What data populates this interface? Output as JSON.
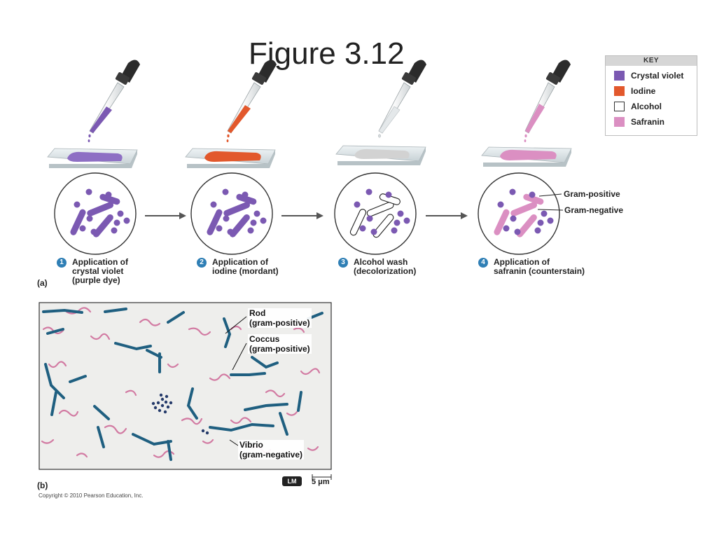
{
  "title": "Figure 3.12",
  "key": {
    "heading": "KEY",
    "items": [
      {
        "label": "Crystal violet",
        "color": "#7b59b2",
        "outline": false
      },
      {
        "label": "Iodine",
        "color": "#e2582c",
        "outline": false
      },
      {
        "label": "Alcohol",
        "color": "#ffffff",
        "outline": true
      },
      {
        "label": "Safranin",
        "color": "#db8fc2",
        "outline": false
      }
    ]
  },
  "colors": {
    "crystal_violet": "#7b59b2",
    "iodine": "#e2582c",
    "safranin": "#db8fc2",
    "step_badge": "#2f7fb5",
    "dropper_bulb": "#2b2b2b"
  },
  "steps": [
    {
      "num": "1",
      "line1": "Application of",
      "line2": "crystal violet",
      "line3": "(purple dye)"
    },
    {
      "num": "2",
      "line1": "Application of",
      "line2": "iodine (mordant)",
      "line3": ""
    },
    {
      "num": "3",
      "line1": "Alcohol wash",
      "line2": "(decolorization)",
      "line3": ""
    },
    {
      "num": "4",
      "line1": "Application of",
      "line2": "safranin (counterstain)",
      "line3": ""
    }
  ],
  "callouts": {
    "gram_positive": "Gram-positive",
    "gram_negative": "Gram-negative"
  },
  "panels": {
    "a": "(a)",
    "b": "(b)"
  },
  "micrograph": {
    "labels": [
      {
        "line1": "Rod",
        "line2": "(gram-positive)"
      },
      {
        "line1": "Coccus",
        "line2": "(gram-positive)"
      },
      {
        "line1": "Vibrio",
        "line2": "(gram-negative)"
      }
    ],
    "badge": "LM",
    "scale": "5 μm"
  },
  "copyright": "Copyright © 2010 Pearson Education, Inc."
}
